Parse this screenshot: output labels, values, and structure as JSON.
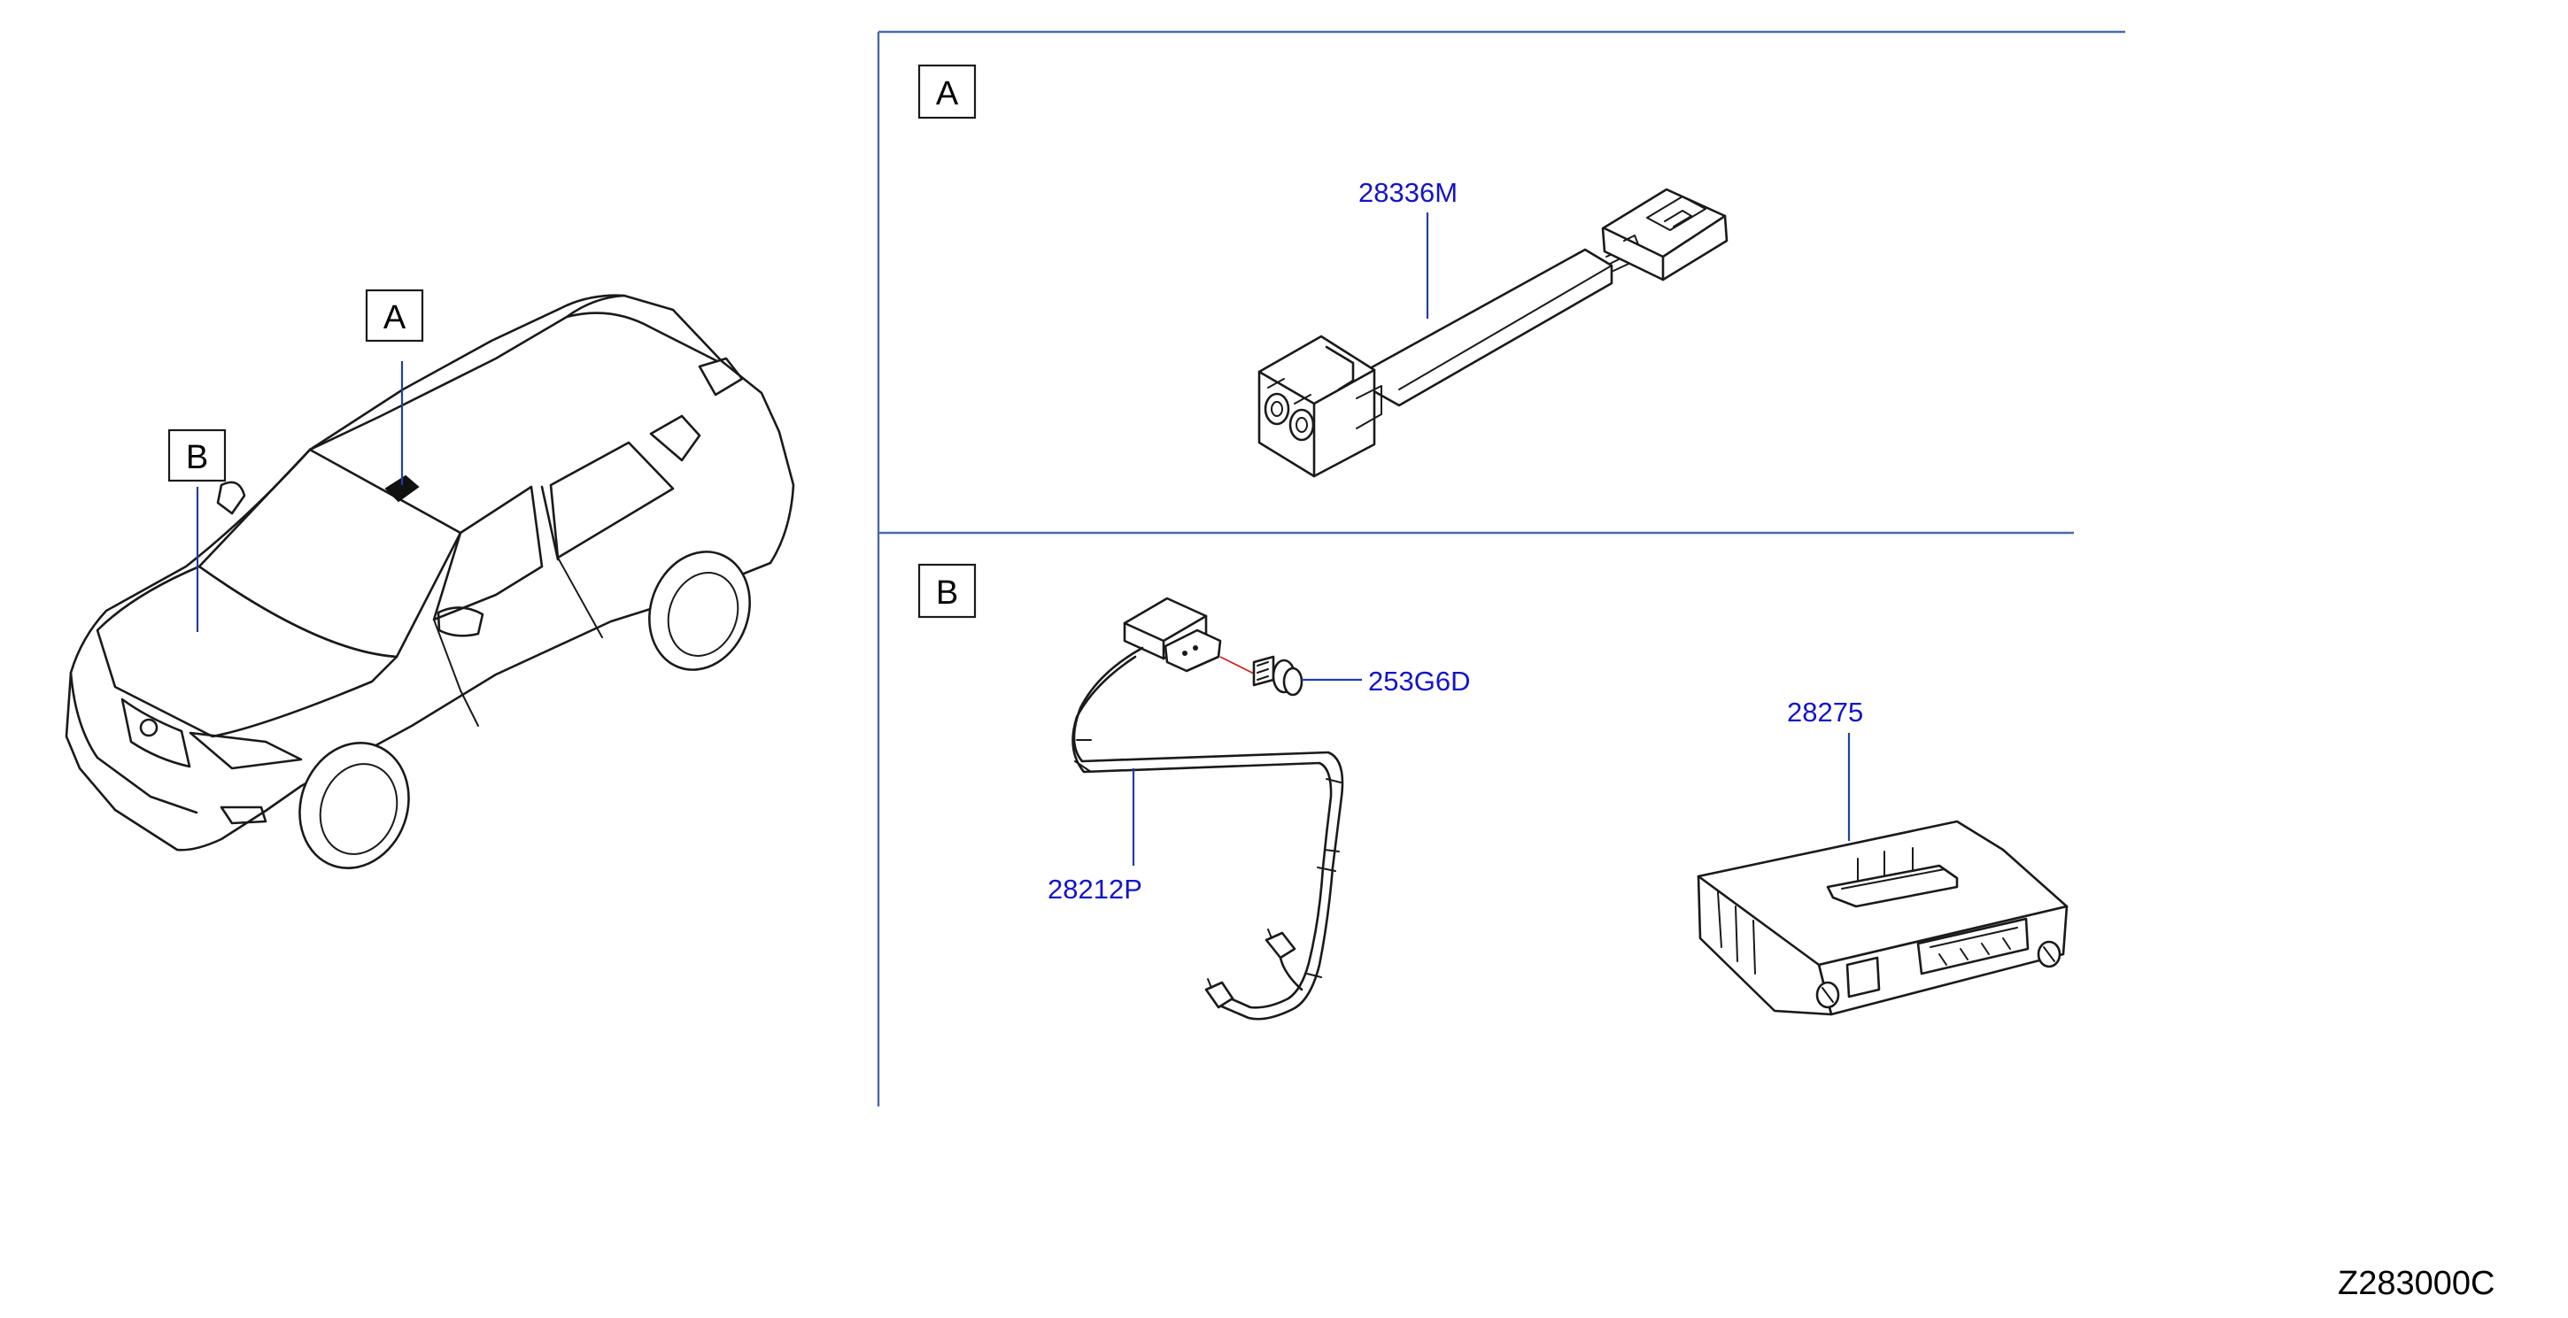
{
  "diagram": {
    "section_labels": {
      "a": "A",
      "b": "B"
    },
    "car_callouts": {
      "a": "A",
      "b": "B"
    },
    "part_numbers": {
      "antenna_cable": "28336M",
      "mic_harness": "28212P",
      "screw": "253G6D",
      "control_unit": "28275"
    },
    "drawing_code": "Z283000C",
    "colors": {
      "part_number_text": "#1414c8",
      "leader_line": "#1f3fa6",
      "frame_line": "#4a6aa8",
      "pointer_line": "#d42020"
    }
  }
}
